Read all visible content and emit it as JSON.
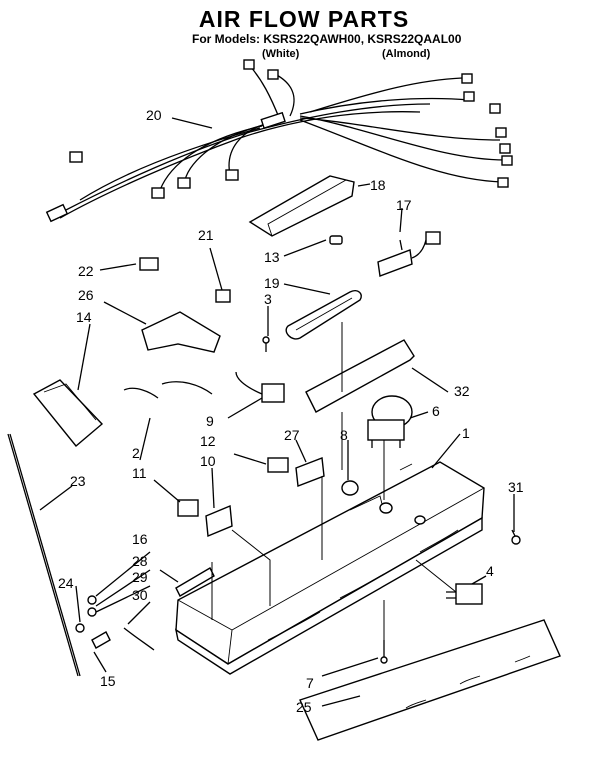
{
  "header": {
    "title": "AIR FLOW PARTS",
    "models_line": "For Models: KSRS22QAWH00, KSRS22QAAL00",
    "white_note": "(White)",
    "almond_note": "(Almond)"
  },
  "callouts": {
    "c2": "2",
    "c3": "3",
    "c4": "4",
    "c6": "6",
    "c7": "7",
    "c8": "8",
    "c9": "9",
    "c10": "10",
    "c11": "11",
    "c12": "12",
    "c13": "13",
    "c14": "14",
    "c15": "15",
    "c16": "16",
    "c17": "17",
    "c18": "18",
    "c19": "19",
    "c20": "20",
    "c21": "21",
    "c22": "22",
    "c23": "23",
    "c24": "24",
    "c25": "25",
    "c26": "26",
    "c27": "27",
    "c28": "28",
    "c29": "29",
    "c30": "30",
    "c31": "31",
    "c32": "32",
    "c1": "1"
  }
}
